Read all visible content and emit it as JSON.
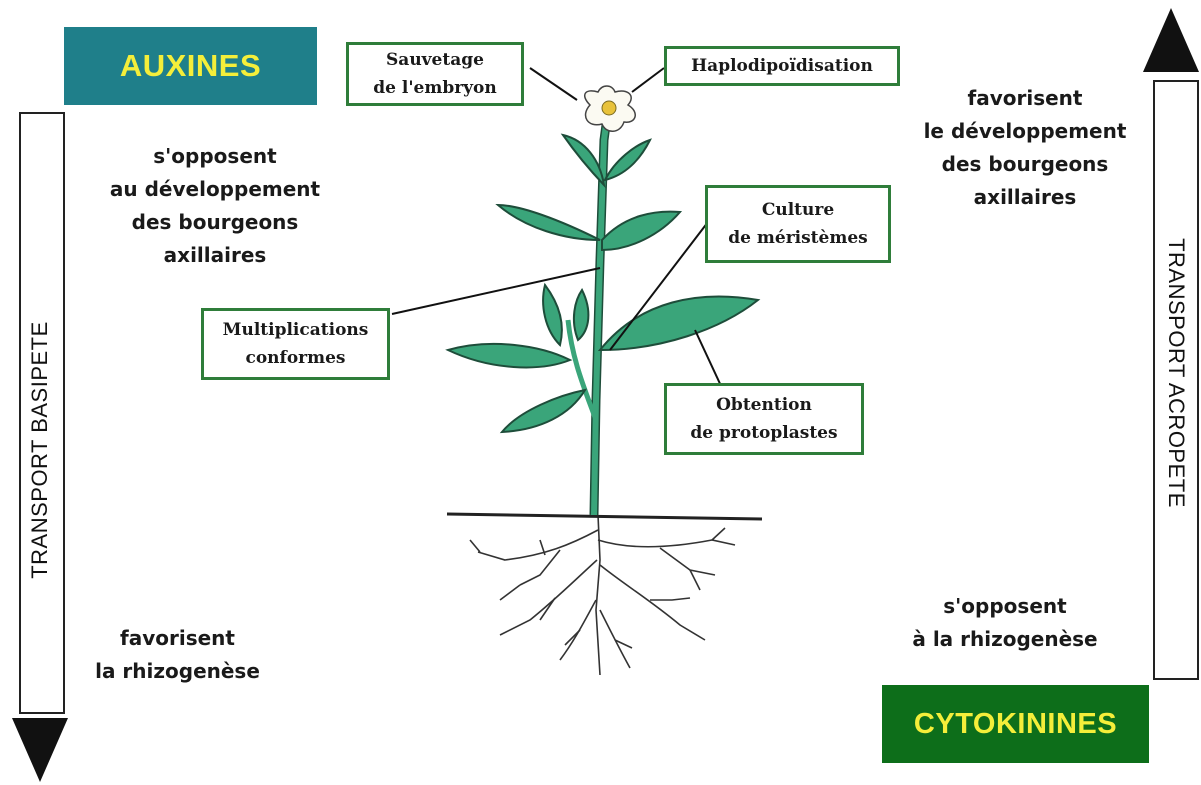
{
  "hormones": {
    "auxines": {
      "label": "AUXINES",
      "color": "#1f7f8a",
      "text_color": "#f4ee3a"
    },
    "cytokinines": {
      "label": "CYTOKININES",
      "color": "#0d6e1a",
      "text_color": "#f4ee3a"
    }
  },
  "effects": {
    "auxines_buds": "s'opposent\nau développement\ndes bourgeons\naxillaires",
    "auxines_roots": "favorisent\nla rhizogenèse",
    "cytokinines_buds": "favorisent\nle développement\ndes bourgeons\naxillaires",
    "cytokinines_roots": "s'opposent\nà la rhizogenèse"
  },
  "transport": {
    "basipete": "TRANSPORT BASIPETE",
    "acropete": "TRANSPORT ACROPETE"
  },
  "callouts": {
    "sauvetage": "Sauvetage\nde l'embryon",
    "haplodiploidisation": "Haplodipoïdisation",
    "culture": "Culture\nde méristèmes",
    "multiplications": "Multiplications\nconformes",
    "obtention": "Obtention\nde protoplastes"
  },
  "colors": {
    "callout_border": "#2f7d3a",
    "leaf": "#3aa57a",
    "leaf_outline": "#1e4d3a"
  }
}
